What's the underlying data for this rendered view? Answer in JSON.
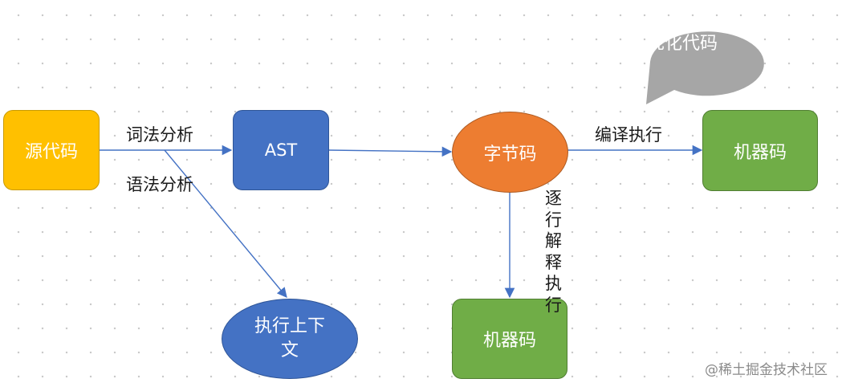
{
  "nodes": {
    "source_code": "源代码",
    "ast": "AST",
    "bytecode": "字节码",
    "machine_code_top": "机器码",
    "machine_code_bottom": "机器码",
    "exec_context": "执行上下文",
    "optimize": "优化代码"
  },
  "edges": {
    "lexical": "词法分析",
    "syntax": "语法分析",
    "compile_exec": "编译执行",
    "interpret": "逐行解释执行"
  },
  "watermark": "@稀土掘金技术社区",
  "colors": {
    "source_code": "#ffc000",
    "ast": "#4472c4",
    "bytecode": "#ed7d31",
    "machine_code": "#70ad47",
    "exec_context": "#4472c4",
    "optimize": "#a6a6a6",
    "arrow": "#4472c4"
  }
}
